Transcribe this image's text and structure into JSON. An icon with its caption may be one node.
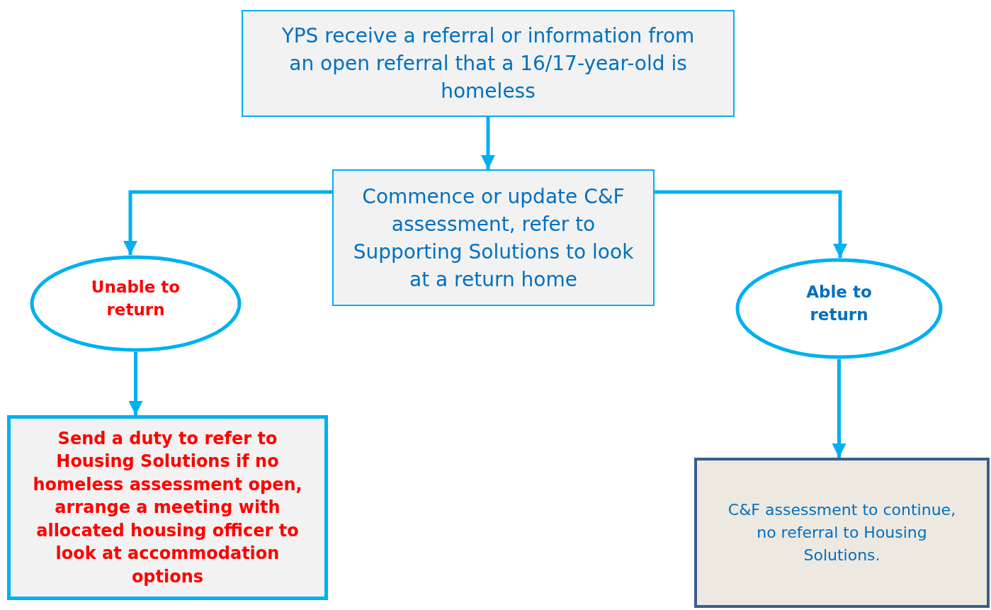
{
  "diagram": {
    "nodes": [
      {
        "text": [
          "YPS receive a referral or information from an open referral that a 16/17-year-old is homeless"
        ]
      },
      {
        "text": [
          "Commence or update C&F assessment, refer to Supporting Solutions to look at a return home"
        ]
      },
      {
        "text": [
          "Unable to return"
        ]
      },
      {
        "text": [
          "Able to return"
        ]
      },
      {
        "text": [
          "Send a duty to refer to Housing Solutions if no homeless assessment open, arrange a meeting with allocated housing officer to look at accommodation options"
        ]
      },
      {
        "text": [
          "C&F assessment to continue, no referral to Housing Solutions."
        ]
      }
    ],
    "edges": [
      {
        "from": 0,
        "to": 1,
        "arrow": "to"
      },
      {
        "from": 1,
        "to": 2,
        "arrow": "to"
      },
      {
        "from": 1,
        "to": 3,
        "arrow": "to"
      },
      {
        "from": 2,
        "to": 4,
        "arrow": "to"
      },
      {
        "from": 3,
        "to": 5,
        "arrow": "to"
      }
    ]
  }
}
